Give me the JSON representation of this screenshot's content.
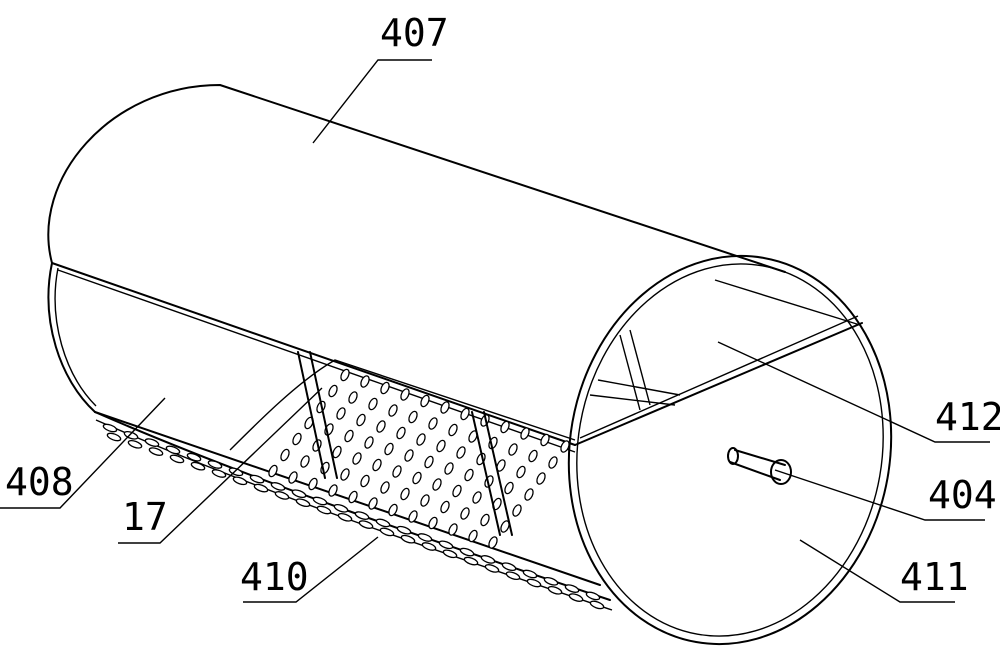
{
  "labels": {
    "l407": "407",
    "l408": "408",
    "l17": "17",
    "l410": "410",
    "l411": "411",
    "l404": "404",
    "l412": "412"
  },
  "colors": {
    "stroke": "#000000",
    "background": "#ffffff"
  }
}
